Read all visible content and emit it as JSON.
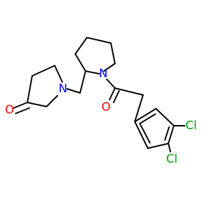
{
  "structure": {
    "atoms": {
      "n_pyrrolidine": {
        "symbol": "N",
        "color": "#0000ff"
      },
      "o_ketone_pyrrolidinone": {
        "symbol": "O",
        "color": "#ff0000"
      },
      "n_piperidine": {
        "symbol": "N",
        "color": "#0000ff"
      },
      "o_amide": {
        "symbol": "O",
        "color": "#ff0000"
      },
      "cl_meta": {
        "symbol": "Cl",
        "color": "#00a000"
      },
      "cl_para": {
        "symbol": "Cl",
        "color": "#00a000"
      }
    },
    "bond_color": "#000000"
  }
}
